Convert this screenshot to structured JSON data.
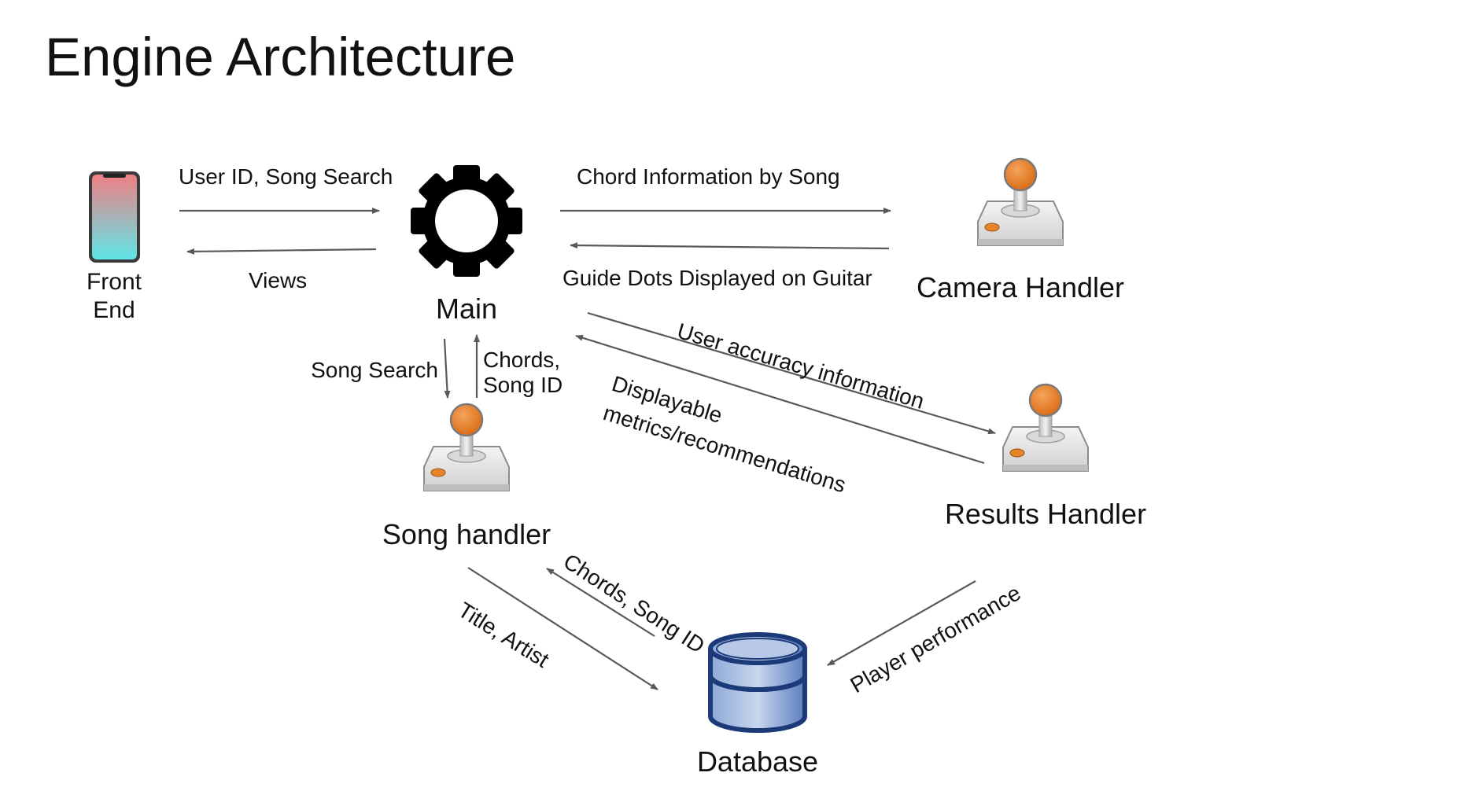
{
  "title": "Engine Architecture",
  "nodes": {
    "front_end": {
      "label_line1": "Front",
      "label_line2": "End",
      "icon": "smartphone-icon"
    },
    "main": {
      "label": "Main",
      "icon": "gear-icon"
    },
    "camera_handler": {
      "label": "Camera Handler",
      "icon": "joystick-icon"
    },
    "song_handler": {
      "label": "Song handler",
      "icon": "joystick-icon"
    },
    "results_handler": {
      "label": "Results Handler",
      "icon": "joystick-icon"
    },
    "database": {
      "label": "Database",
      "icon": "database-icon"
    }
  },
  "edges": {
    "frontend_to_main": {
      "label": "User ID, Song Search"
    },
    "main_to_frontend": {
      "label": "Views"
    },
    "main_to_camera": {
      "label": "Chord Information by Song"
    },
    "camera_to_main": {
      "label": "Guide Dots Displayed on Guitar"
    },
    "main_to_song": {
      "label": "Song Search"
    },
    "song_to_main": {
      "label_line1": "Chords,",
      "label_line2": "Song ID"
    },
    "main_to_results": {
      "label": "User accuracy information"
    },
    "results_to_main": {
      "label_line1": "Displayable",
      "label_line2": "metrics/recommendations"
    },
    "song_to_database": {
      "label": "Title, Artist"
    },
    "database_to_song": {
      "label": "Chords, Song ID"
    },
    "results_to_database": {
      "label": "Player performance"
    }
  },
  "colors": {
    "arrow": "#595959",
    "joystick_knob": "#e8832a",
    "database_fill": "#3f66a8",
    "phone_gradient_top": "#f07f84",
    "phone_gradient_bottom": "#5fe6e8"
  }
}
